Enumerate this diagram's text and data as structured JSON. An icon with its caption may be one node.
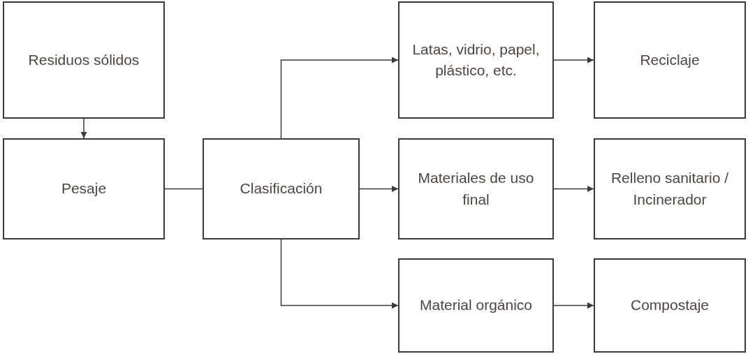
{
  "diagram": {
    "nodes": [
      {
        "text": [
          "Residuos sólidos"
        ]
      },
      {
        "text": [
          "Pesaje"
        ]
      },
      {
        "text": [
          "Clasificación"
        ]
      },
      {
        "text": [
          "Latas, vidrio, papel, plástico, etc."
        ]
      },
      {
        "text": [
          "Materiales de uso final"
        ]
      },
      {
        "text": [
          "Material orgánico"
        ]
      },
      {
        "text": [
          "Reciclaje"
        ]
      },
      {
        "text": [
          "Relleno sanitario / Incinerador"
        ]
      },
      {
        "text": [
          "Compostaje"
        ]
      }
    ],
    "edges": [
      {
        "from": 0,
        "to": 1,
        "arrow": "to"
      },
      {
        "from": 1,
        "to": 2,
        "arrow": "none"
      },
      {
        "from": 2,
        "to": 3,
        "arrow": "to"
      },
      {
        "from": 2,
        "to": 4,
        "arrow": "to"
      },
      {
        "from": 2,
        "to": 5,
        "arrow": "to"
      },
      {
        "from": 3,
        "to": 6,
        "arrow": "to"
      },
      {
        "from": 4,
        "to": 7,
        "arrow": "to"
      },
      {
        "from": 5,
        "to": 8,
        "arrow": "to"
      }
    ]
  }
}
